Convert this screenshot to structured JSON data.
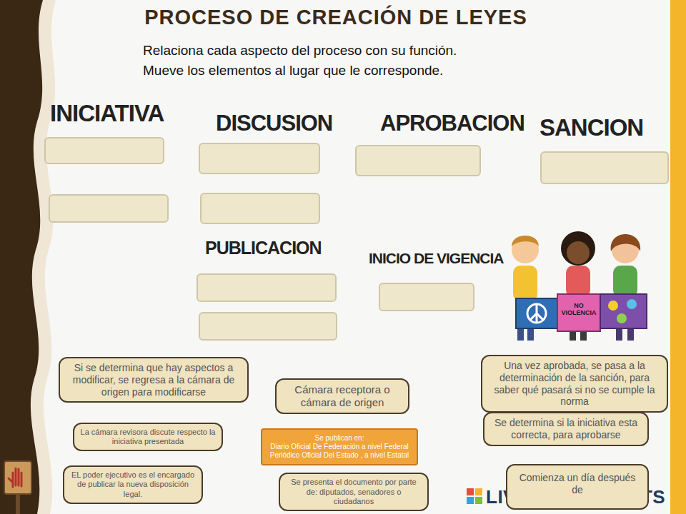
{
  "diagram": {
    "title": "PROCESO DE CREACIÓN DE LEYES",
    "nodes": [
      {
        "text": [
          "Si se determina que hay aspectos a modificar, se regresa a la cámara de origen para modificarse"
        ]
      },
      {
        "text": [
          "Cámara receptora o cámara de origen"
        ]
      },
      {
        "text": [
          "Una vez aprobada, se pasa a la determinación de la sanción, para saber qué pasará si no se cumple la norma"
        ]
      },
      {
        "text": [
          "La cámara revisora discute respecto la iniciativa presentada"
        ]
      },
      {
        "text": [
          "Se publican en:",
          "Diario Oficial De Federación a nivel Federal Periódico Oficial Del Estado , a nivel Estatal"
        ]
      },
      {
        "text": [
          "Se determina si la iniciativa esta correcta, para aprobarse"
        ]
      },
      {
        "text": [
          "EL poder ejecutivo es el encargado de publicar la nueva disposición legal."
        ]
      },
      {
        "text": [
          "Se presenta el documento por parte de: diputados, senadores o ciudadanos"
        ]
      },
      {
        "text": [
          "Comienza un día después de"
        ]
      }
    ],
    "labels": [
      "Relaciona cada aspecto del proceso con su función.",
      "Mueve los elementos al lugar que le corresponde.",
      "INICIATIVA",
      "DISCUSION",
      "APROBACION",
      "SANCION",
      "PUBLICACION",
      "INICIO DE VIGENCIA",
      "NO VIOLENCIA",
      "LIVEWORKSHEETS"
    ]
  }
}
